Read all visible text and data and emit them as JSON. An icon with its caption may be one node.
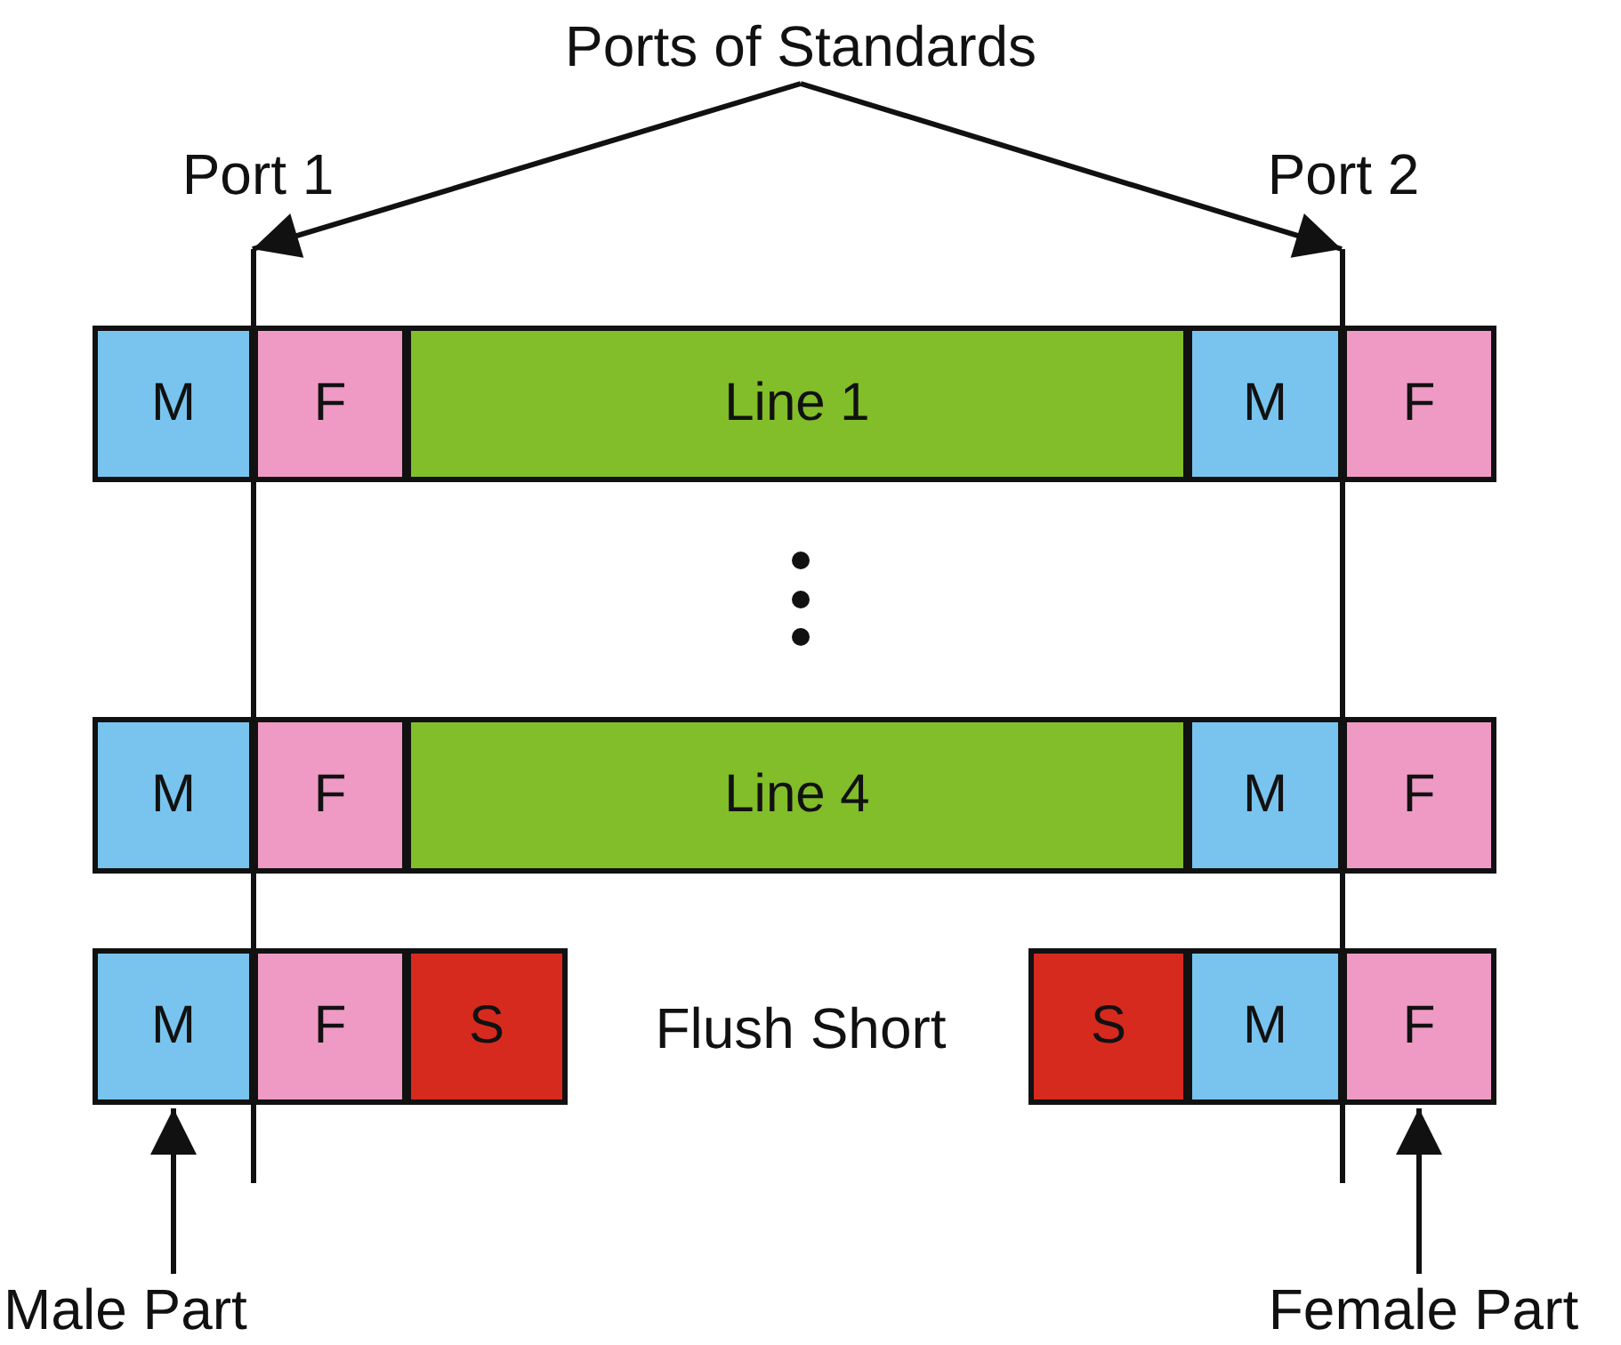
{
  "diagram": {
    "nodes": [
      {
        "text": [
          "Ports of Standards"
        ]
      },
      {
        "text": [],
        "shape": "line",
        "beside": [
          "Port 1"
        ]
      },
      {
        "text": [],
        "shape": "line",
        "beside": [
          "Port 2"
        ]
      },
      {
        "text": [
          "M"
        ]
      },
      {
        "text": [
          "F"
        ]
      },
      {
        "text": [
          "Line 1"
        ]
      },
      {
        "text": [
          "M"
        ]
      },
      {
        "text": [
          "F"
        ]
      },
      {
        "text": [
          "M"
        ]
      },
      {
        "text": [
          "F"
        ]
      },
      {
        "text": [
          "Line 4"
        ]
      },
      {
        "text": [
          "M"
        ]
      },
      {
        "text": [
          "F"
        ]
      },
      {
        "text": [
          "M"
        ]
      },
      {
        "text": [
          "F"
        ]
      },
      {
        "text": [
          "S"
        ]
      },
      {
        "text": [
          "S"
        ]
      },
      {
        "text": [
          "M"
        ]
      },
      {
        "text": [
          "F"
        ]
      },
      {
        "text": [
          "Male Part"
        ]
      },
      {
        "text": [
          "Female Part"
        ]
      }
    ],
    "edges": [
      {
        "from": 0,
        "to": 1,
        "arrow": "to"
      },
      {
        "from": 0,
        "to": 2,
        "arrow": "to"
      },
      {
        "from": 19,
        "to": 13,
        "arrow": "to"
      },
      {
        "from": 20,
        "to": 18,
        "arrow": "to"
      }
    ],
    "labels": [
      "Flush Short"
    ]
  }
}
